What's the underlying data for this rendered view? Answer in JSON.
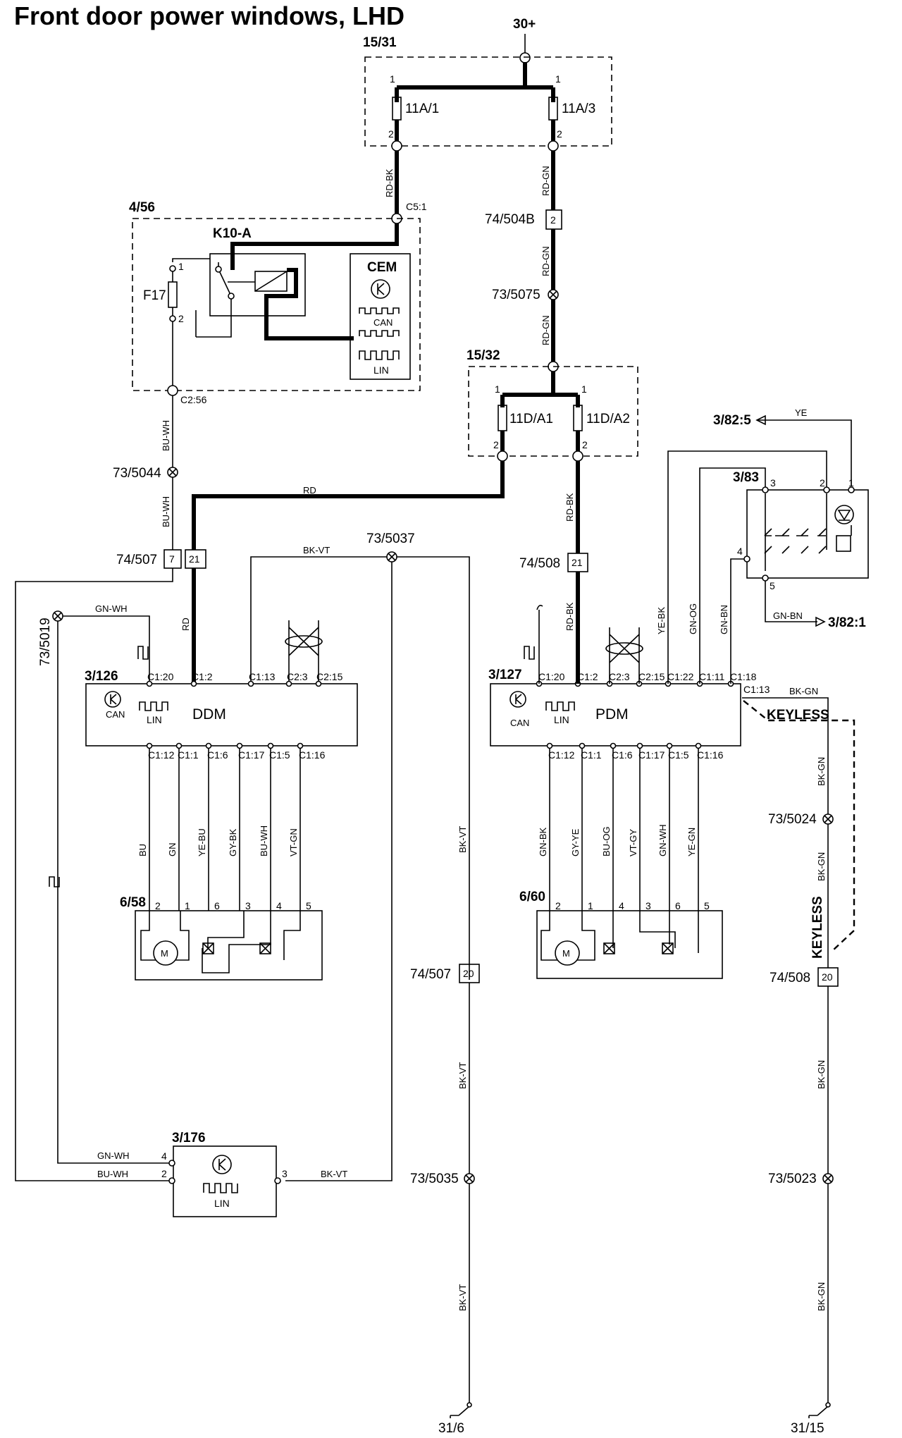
{
  "title": "Front door power windows, LHD",
  "supply": "30+",
  "ground_left": "31/6",
  "ground_right": "31/15",
  "fusebox_a": {
    "id": "15/31",
    "fuse1": "11A/1",
    "fuse2": "11A/3"
  },
  "fusebox_b": {
    "id": "15/32",
    "fuse1": "11D/A1",
    "fuse2": "11D/A2"
  },
  "cem": {
    "id": "4/56",
    "relay": "K10-A",
    "fuse": "F17",
    "name": "CEM",
    "can": "CAN",
    "lin": "LIN",
    "conn_top": "C5:1",
    "conn_bottom": "C2:56"
  },
  "ddm": {
    "id": "3/126",
    "name": "DDM",
    "lin": "LIN",
    "can": "CAN"
  },
  "pdm": {
    "id": "3/127",
    "name": "PDM",
    "lin": "LIN",
    "can": "CAN"
  },
  "motor_left": {
    "id": "6/58",
    "motor": "M"
  },
  "motor_right": {
    "id": "6/60",
    "motor": "M"
  },
  "switch_unit": {
    "id": "3/83",
    "out_top": "3/82:5",
    "out_bottom": "3/82:1"
  },
  "module_176": {
    "id": "3/176",
    "lin": "LIN"
  },
  "keyless": "KEYLESS",
  "splices": {
    "s5075": "73/5075",
    "s5044": "73/5044",
    "s5037": "73/5037",
    "s5019": "73/5019",
    "s5024": "73/5024",
    "s5035": "73/5035",
    "s5023": "73/5023"
  },
  "connectors": {
    "c504b": "74/504B",
    "c507": "74/507",
    "c508": "74/508"
  },
  "ddm_top_pins": [
    "C1:20",
    "C1:2",
    "C1:13",
    "C2:3",
    "C2:15"
  ],
  "pdm_top_pins": [
    "C1:20",
    "C1:2",
    "C2:3",
    "C2:15",
    "C1:22",
    "C1:11",
    "C1:18"
  ],
  "ddm_bottom_pins": [
    "C1:12",
    "C1:1",
    "C1:6",
    "C1:17",
    "C1:5",
    "C1:16"
  ],
  "pdm_bottom_pins": [
    "C1:12",
    "C1:1",
    "C1:6",
    "C1:17",
    "C1:5",
    "C1:16"
  ],
  "pdm_side_pin": "C1:13",
  "ddm_wires": [
    "BU",
    "GN",
    "YE-BU",
    "GY-BK",
    "BU-WH",
    "VT-GN"
  ],
  "pdm_wires": [
    "GN-BK",
    "GY-YE",
    "BU-OG",
    "VT-GY",
    "GN-WH",
    "YE-GN"
  ],
  "motor_left_pins": [
    "2",
    "1",
    "6",
    "3",
    "4",
    "5"
  ],
  "motor_right_pins": [
    "2",
    "1",
    "4",
    "3",
    "6",
    "5"
  ],
  "wire_colors": {
    "rd_bk": "RD-BK",
    "rd_gn": "RD-GN",
    "bu_wh": "BU-WH",
    "rd": "RD",
    "bk_vt": "BK-VT",
    "gn_wh": "GN-WH",
    "ye": "YE",
    "ye_bk": "YE-BK",
    "gn_og": "GN-OG",
    "gn_bn": "GN-BN",
    "bk_gn": "BK-GN"
  },
  "pin_numbers": {
    "p1": "1",
    "p2": "2",
    "p3": "3",
    "p4": "4",
    "p5": "5",
    "p7": "7",
    "p20": "20",
    "p21": "21"
  }
}
